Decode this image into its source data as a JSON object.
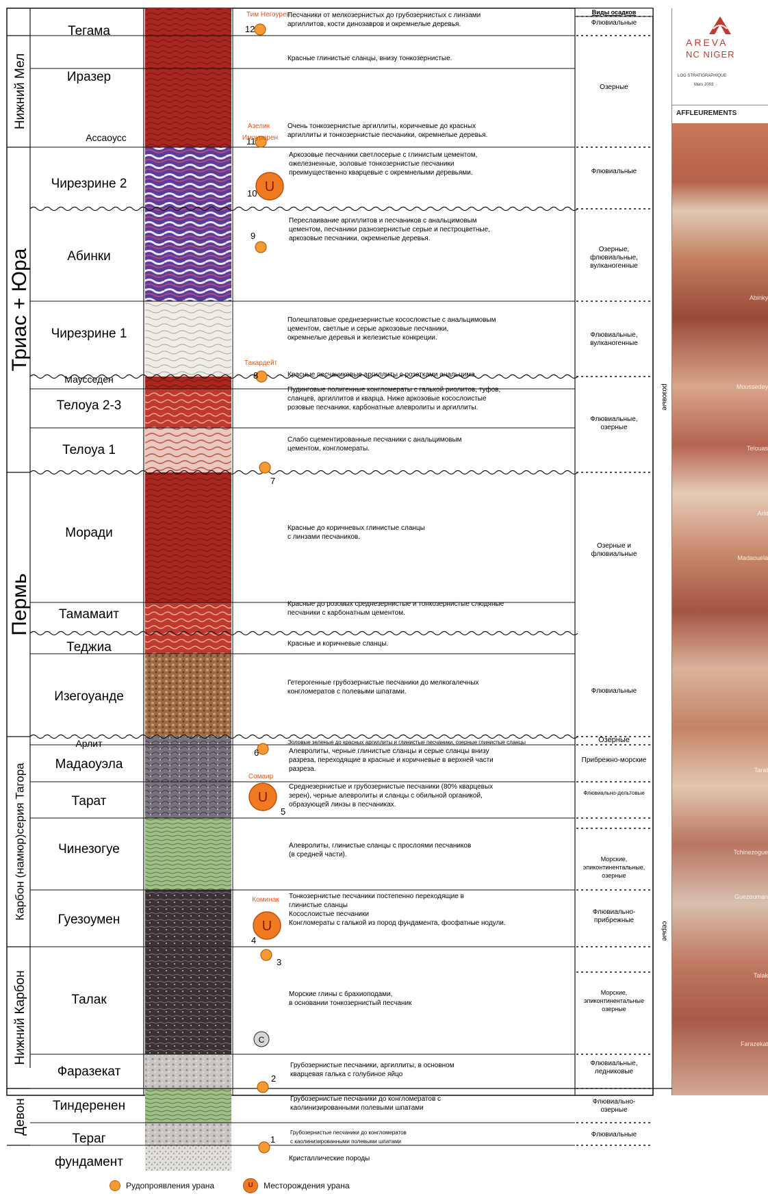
{
  "colors": {
    "dot_fill": "#f39a32",
    "dot_stroke": "#b95e0c",
    "deposit_fill": "#ef7a22",
    "deposit_text": "#8a1a00",
    "site_name": "#e0561f",
    "border": "#111111"
  },
  "column_header": "Виды осадков",
  "eras": [
    {
      "id": "e1",
      "label": "Нижний Мел"
    },
    {
      "id": "e2",
      "label": "Триас + Юра"
    },
    {
      "id": "e3",
      "label": "Пермь"
    },
    {
      "id": "e4",
      "label": "Карбон (намюр)серия Тагора"
    },
    {
      "id": "e5",
      "label": "Нижний Карбон"
    },
    {
      "id": "e6",
      "label": "Девон"
    }
  ],
  "formations": [
    {
      "name": "Тегама",
      "desc": [
        "Песчаники от мелкозернистых до грубозернистых с линзами",
        "аргиллитов, кости динозавров и окремнелые деревья."
      ]
    },
    {
      "name": "Иразер",
      "desc": [
        "Красные глинистые сланцы, внизу тонкозернистые."
      ]
    },
    {
      "name": "Ассаоусс",
      "desc": [
        "Очень тонкозернистые аргиллиты, коричневые до красных",
        "аргиллиты и тонкозернистые песчаники, окремнелые деревья."
      ]
    },
    {
      "name": "Чирезрине 2",
      "desc": [
        "Аркозовые песчаники светлосерые с глинистым цементом,",
        "ожелезненные, эоловые тонкозернистые песчаники",
        "преимущественно кварцевые с окремнелыми деревьями."
      ]
    },
    {
      "name": "Абинки",
      "desc": [
        "Переслаивание аргиллитов и песчаников с анальцимовым",
        "цементом, песчаники разнозернистые серые и пестроцветные,",
        "аркозовые песчаники, окремнелые деревья."
      ]
    },
    {
      "name": "Чирезрине 1",
      "desc": [
        "Полешпатовые среднезернистые косослоистые с анальцимовым",
        "цементом, светлые и серые аркозовые песчаники,",
        "окремнелые деревья и железистые конкреции."
      ]
    },
    {
      "name": "Маусседен",
      "desc": [
        "Красные песчаниковые аргиллиты с розетками анальцима."
      ]
    },
    {
      "name": "Телоуа 2-3",
      "desc": [
        "Пудинговые полигенные конгломераты с галькой риолитов, туфов,",
        "сланцев, аргиллитов и кварца. Ниже аркозовые косослоистые",
        "розовые песчаники, карбонатные алевролиты и аргиллиты."
      ]
    },
    {
      "name": "Телоуа 1",
      "desc": [
        "Слабо сцементированные песчаники с анальцимовым",
        "цементом, конгломераты."
      ]
    },
    {
      "name": "Моради",
      "desc": [
        "Красные до коричневых глинистые сланцы",
        "с линзами песчаников."
      ]
    },
    {
      "name": "Тамамаит",
      "desc": [
        "Красные до розовых среднезернистые и тонкозернистые слюдяные",
        "песчаники с карбонатным цементом."
      ]
    },
    {
      "name": "Теджиа",
      "desc": [
        "Красные и коричневые сланцы."
      ]
    },
    {
      "name": "Изегоуанде",
      "desc": [
        "Гетерогенные грубозернистые песчаники до мелкогалечных",
        "конгломератов с полевыми шпатами."
      ]
    },
    {
      "name": "Арлит",
      "desc": [
        "Эоловые зеленые до красных аргиллиты и глинистые песчаники, озерные глинистые сланцы"
      ]
    },
    {
      "name": "Мадаоуэла",
      "desc": [
        "Алевролиты, черные глинистые сланцы и серые сланцы внизу",
        "разреза, переходящие в красные и коричневые в верхней части",
        "разреза."
      ]
    },
    {
      "name": "Тарат",
      "desc": [
        "Среднезернистые и грубозернистые песчаники (80% кварцевых",
        "зерен), черные алевролиты и сланцы с обильной органикой,",
        "образующей линзы в песчаниках."
      ]
    },
    {
      "name": "Чинезогуе",
      "desc": [
        "Алевролиты, глинистые сланцы с прослоями песчаников",
        "(в средней части)."
      ]
    },
    {
      "name": "Гуезоумен",
      "desc": [
        "Тонкозернистые песчаники постепенно переходящие в",
        "глинистые сланцы",
        "Косослоистые песчаники",
        "Конгломераты с галькой из пород фундамента, фосфатные нодули."
      ]
    },
    {
      "name": "Талак",
      "desc": [
        "Морские глины с брахиоподами,",
        "в основании тонкозернистый песчаник"
      ]
    },
    {
      "name": "Фаразекат",
      "desc": [
        "Грубозернистые песчаники, аргиллиты, в основном",
        "кварцевая галька с голубиное яйцо"
      ]
    },
    {
      "name": "Тиндеренен",
      "desc": [
        "Грубозернистые песчаники до конгломератов с",
        "каолинизированными полевыми шпатами"
      ]
    },
    {
      "name": "Тераг",
      "desc": [
        "Грубозернистые песчаники до конгломератов",
        "с каолинизированными полевыми шпатами"
      ]
    },
    {
      "name": "фундамент",
      "desc": [
        "Кристаллические породы"
      ]
    }
  ],
  "sediments": [
    {
      "lines": [
        "Флювиальные"
      ]
    },
    {
      "lines": [
        "Озерные"
      ]
    },
    {
      "lines": [
        "Флювиальные"
      ]
    },
    {
      "lines": [
        "Озерные,",
        "флювиальные,",
        "вулканогенные"
      ]
    },
    {
      "lines": [
        "Флювиальные,",
        "вулканогенные"
      ]
    },
    {
      "lines": [
        "Флювиальные,",
        "озерные"
      ]
    },
    {
      "lines": [
        "Озерные и",
        "флювиальные"
      ]
    },
    {
      "lines": [
        "Флювиальные"
      ]
    },
    {
      "lines": [
        "Озерные"
      ]
    },
    {
      "lines": [
        "Прибрежно-морские"
      ]
    },
    {
      "lines": [
        "Флювиально-дельтовые"
      ]
    },
    {
      "lines": [
        "Морские,",
        "эпиконтинентальные,",
        "озерные"
      ]
    },
    {
      "lines": [
        "Флювиально-",
        "прибрежные"
      ]
    },
    {
      "lines": [
        "Морские,",
        "эпиконтинентальные",
        "озерные"
      ]
    },
    {
      "lines": [
        "Флювиальные,",
        "ледниковые"
      ]
    },
    {
      "lines": [
        "Флювиально-",
        "озерные"
      ]
    },
    {
      "lines": [
        "Флювиальные"
      ]
    }
  ],
  "vertical_labels": [
    {
      "label": "розовые"
    },
    {
      "label": "серые"
    }
  ],
  "markers": [
    {
      "num": "12"
    },
    {
      "num": "11"
    },
    {
      "num": "10"
    },
    {
      "num": "9"
    },
    {
      "num": "8"
    },
    {
      "num": "7"
    },
    {
      "num": "6"
    },
    {
      "num": "5"
    },
    {
      "num": "4"
    },
    {
      "num": "3"
    },
    {
      "num": "2"
    },
    {
      "num": "1"
    }
  ],
  "deposit_symbol": "U",
  "coal_symbol": "C",
  "sites": [
    {
      "name": "Тим Негоурен"
    },
    {
      "name": "Азелик"
    },
    {
      "name": "Имоурарен"
    },
    {
      "name": "Такардейт"
    },
    {
      "name": "Сомаир"
    },
    {
      "name": "Коминак"
    }
  ],
  "side_panel": {
    "company": "AREVA",
    "subsidiary": "NC NIGER",
    "doc_title": "LOG STRATIGRAPHIQUE",
    "date": "Mars 2003",
    "section_title": "AFFLEUREMENTS",
    "photo_labels": [
      "Abinky",
      "Moussedey",
      "Telouas",
      "Arlit",
      "Madaouela",
      "Tarat",
      "Tchinezogue",
      "Guezouman",
      "Talak",
      "Farazekat"
    ]
  },
  "legend": {
    "occurrence_label": "Рудопроявления урана",
    "deposit_label": "Месторождения урана",
    "deposit_symbol": "U"
  }
}
